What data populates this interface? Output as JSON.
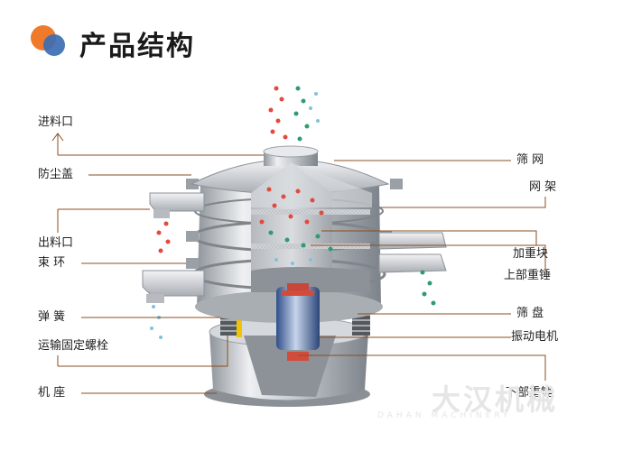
{
  "title": "产品结构",
  "colors": {
    "logo_orange": "#f07a2b",
    "logo_blue": "#3b6db3",
    "leader": "#8b4c1f"
  },
  "labels_left": [
    "进料口",
    "防尘盖",
    "出料口",
    "束  环",
    "弹  簧",
    "运输固定螺栓",
    "机  座"
  ],
  "labels_right": [
    "筛  网",
    "网  架",
    "加重块",
    "上部重锤",
    "筛  盘",
    "振动电机",
    "下部重锤"
  ],
  "watermark": {
    "main": "大汉机械",
    "sub": "DAHAN MACHINERY"
  }
}
